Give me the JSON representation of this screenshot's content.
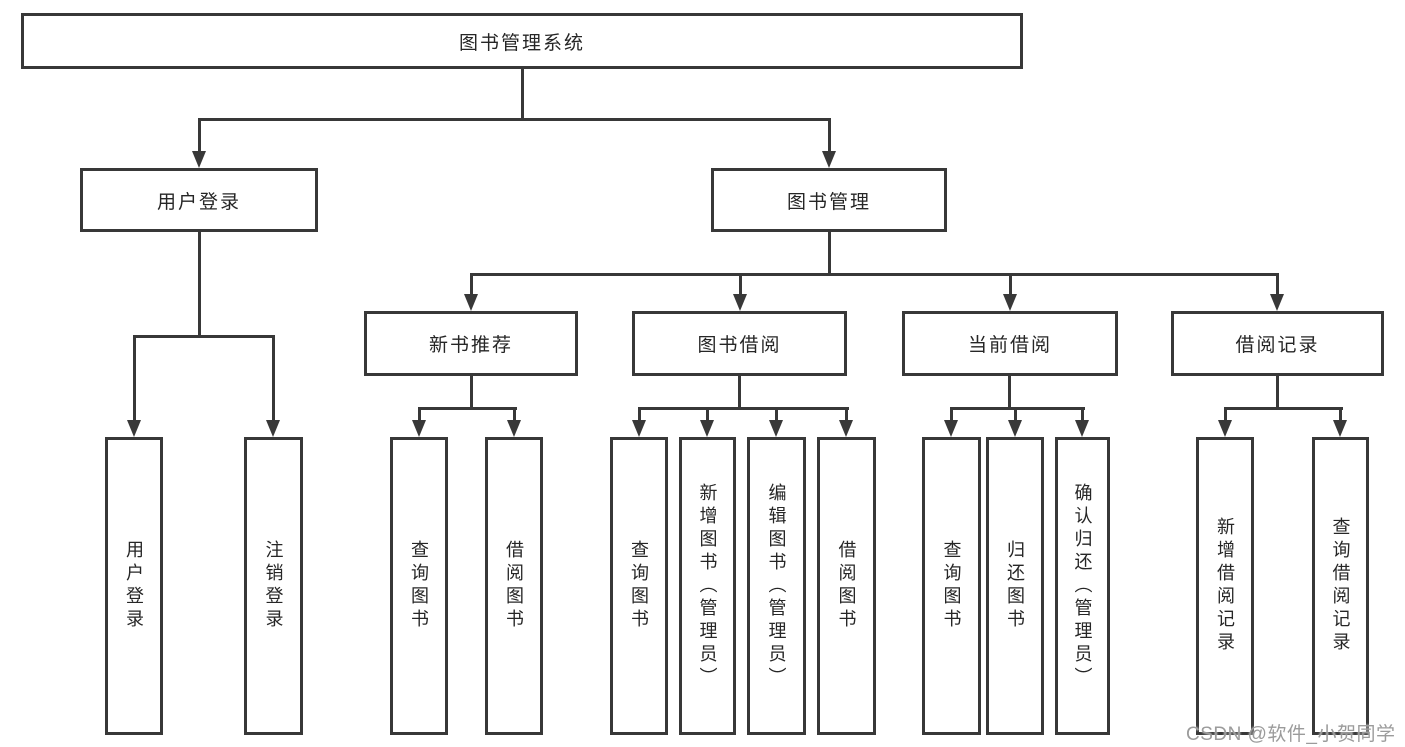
{
  "diagram": {
    "root": {
      "label": "图书管理系统"
    },
    "level2": [
      {
        "label": "用户登录",
        "leaves": [
          "用户登录",
          "注销登录"
        ]
      },
      {
        "label": "图书管理",
        "groups": [
          {
            "label": "新书推荐",
            "leaves": [
              "查询图书",
              "借阅图书"
            ]
          },
          {
            "label": "图书借阅",
            "leaves": [
              "查询图书",
              "新增图书（管理员）",
              "编辑图书（管理员）",
              "借阅图书"
            ]
          },
          {
            "label": "当前借阅",
            "leaves": [
              "查询图书",
              "归还图书",
              "确认归还（管理员）"
            ]
          },
          {
            "label": "借阅记录",
            "leaves": [
              "新增借阅记录",
              "查询借阅记录"
            ]
          }
        ]
      }
    ],
    "watermark": "CSDN @软件_小贺同学",
    "colors": {
      "line": "#383838",
      "text": "#262626",
      "watermark": "#9b9b9b",
      "background": "#ffffff"
    }
  }
}
